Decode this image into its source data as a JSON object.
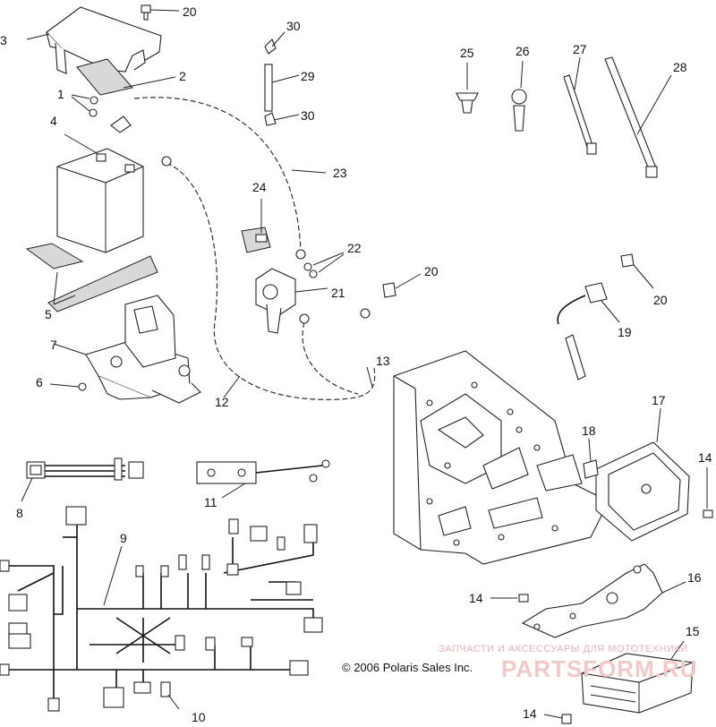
{
  "callouts": {
    "n1": "1",
    "n2": "2",
    "n3": "3",
    "n4": "4",
    "n5": "5",
    "n6": "6",
    "n7": "7",
    "n8": "8",
    "n9": "9",
    "n10": "10",
    "n11": "11",
    "n12": "12",
    "n13": "13",
    "n14a": "14",
    "n14b": "14",
    "n14c": "14",
    "n15": "15",
    "n16": "16",
    "n17": "17",
    "n18": "18",
    "n19": "19",
    "n20a": "20",
    "n20b": "20",
    "n20c": "20",
    "n21": "21",
    "n22": "22",
    "n23": "23",
    "n24": "24",
    "n25": "25",
    "n26": "26",
    "n27": "27",
    "n28": "28",
    "n29": "29",
    "n30a": "30",
    "n30b": "30"
  },
  "copyright": "© 2006 Polaris Sales Inc.",
  "watermark": {
    "tagline": "ЗАПЧАСТИ И АКСЕССУАРЫ ДЛЯ МОТОТЕХНИКИ",
    "brand": "PARTSFORM.RU"
  }
}
